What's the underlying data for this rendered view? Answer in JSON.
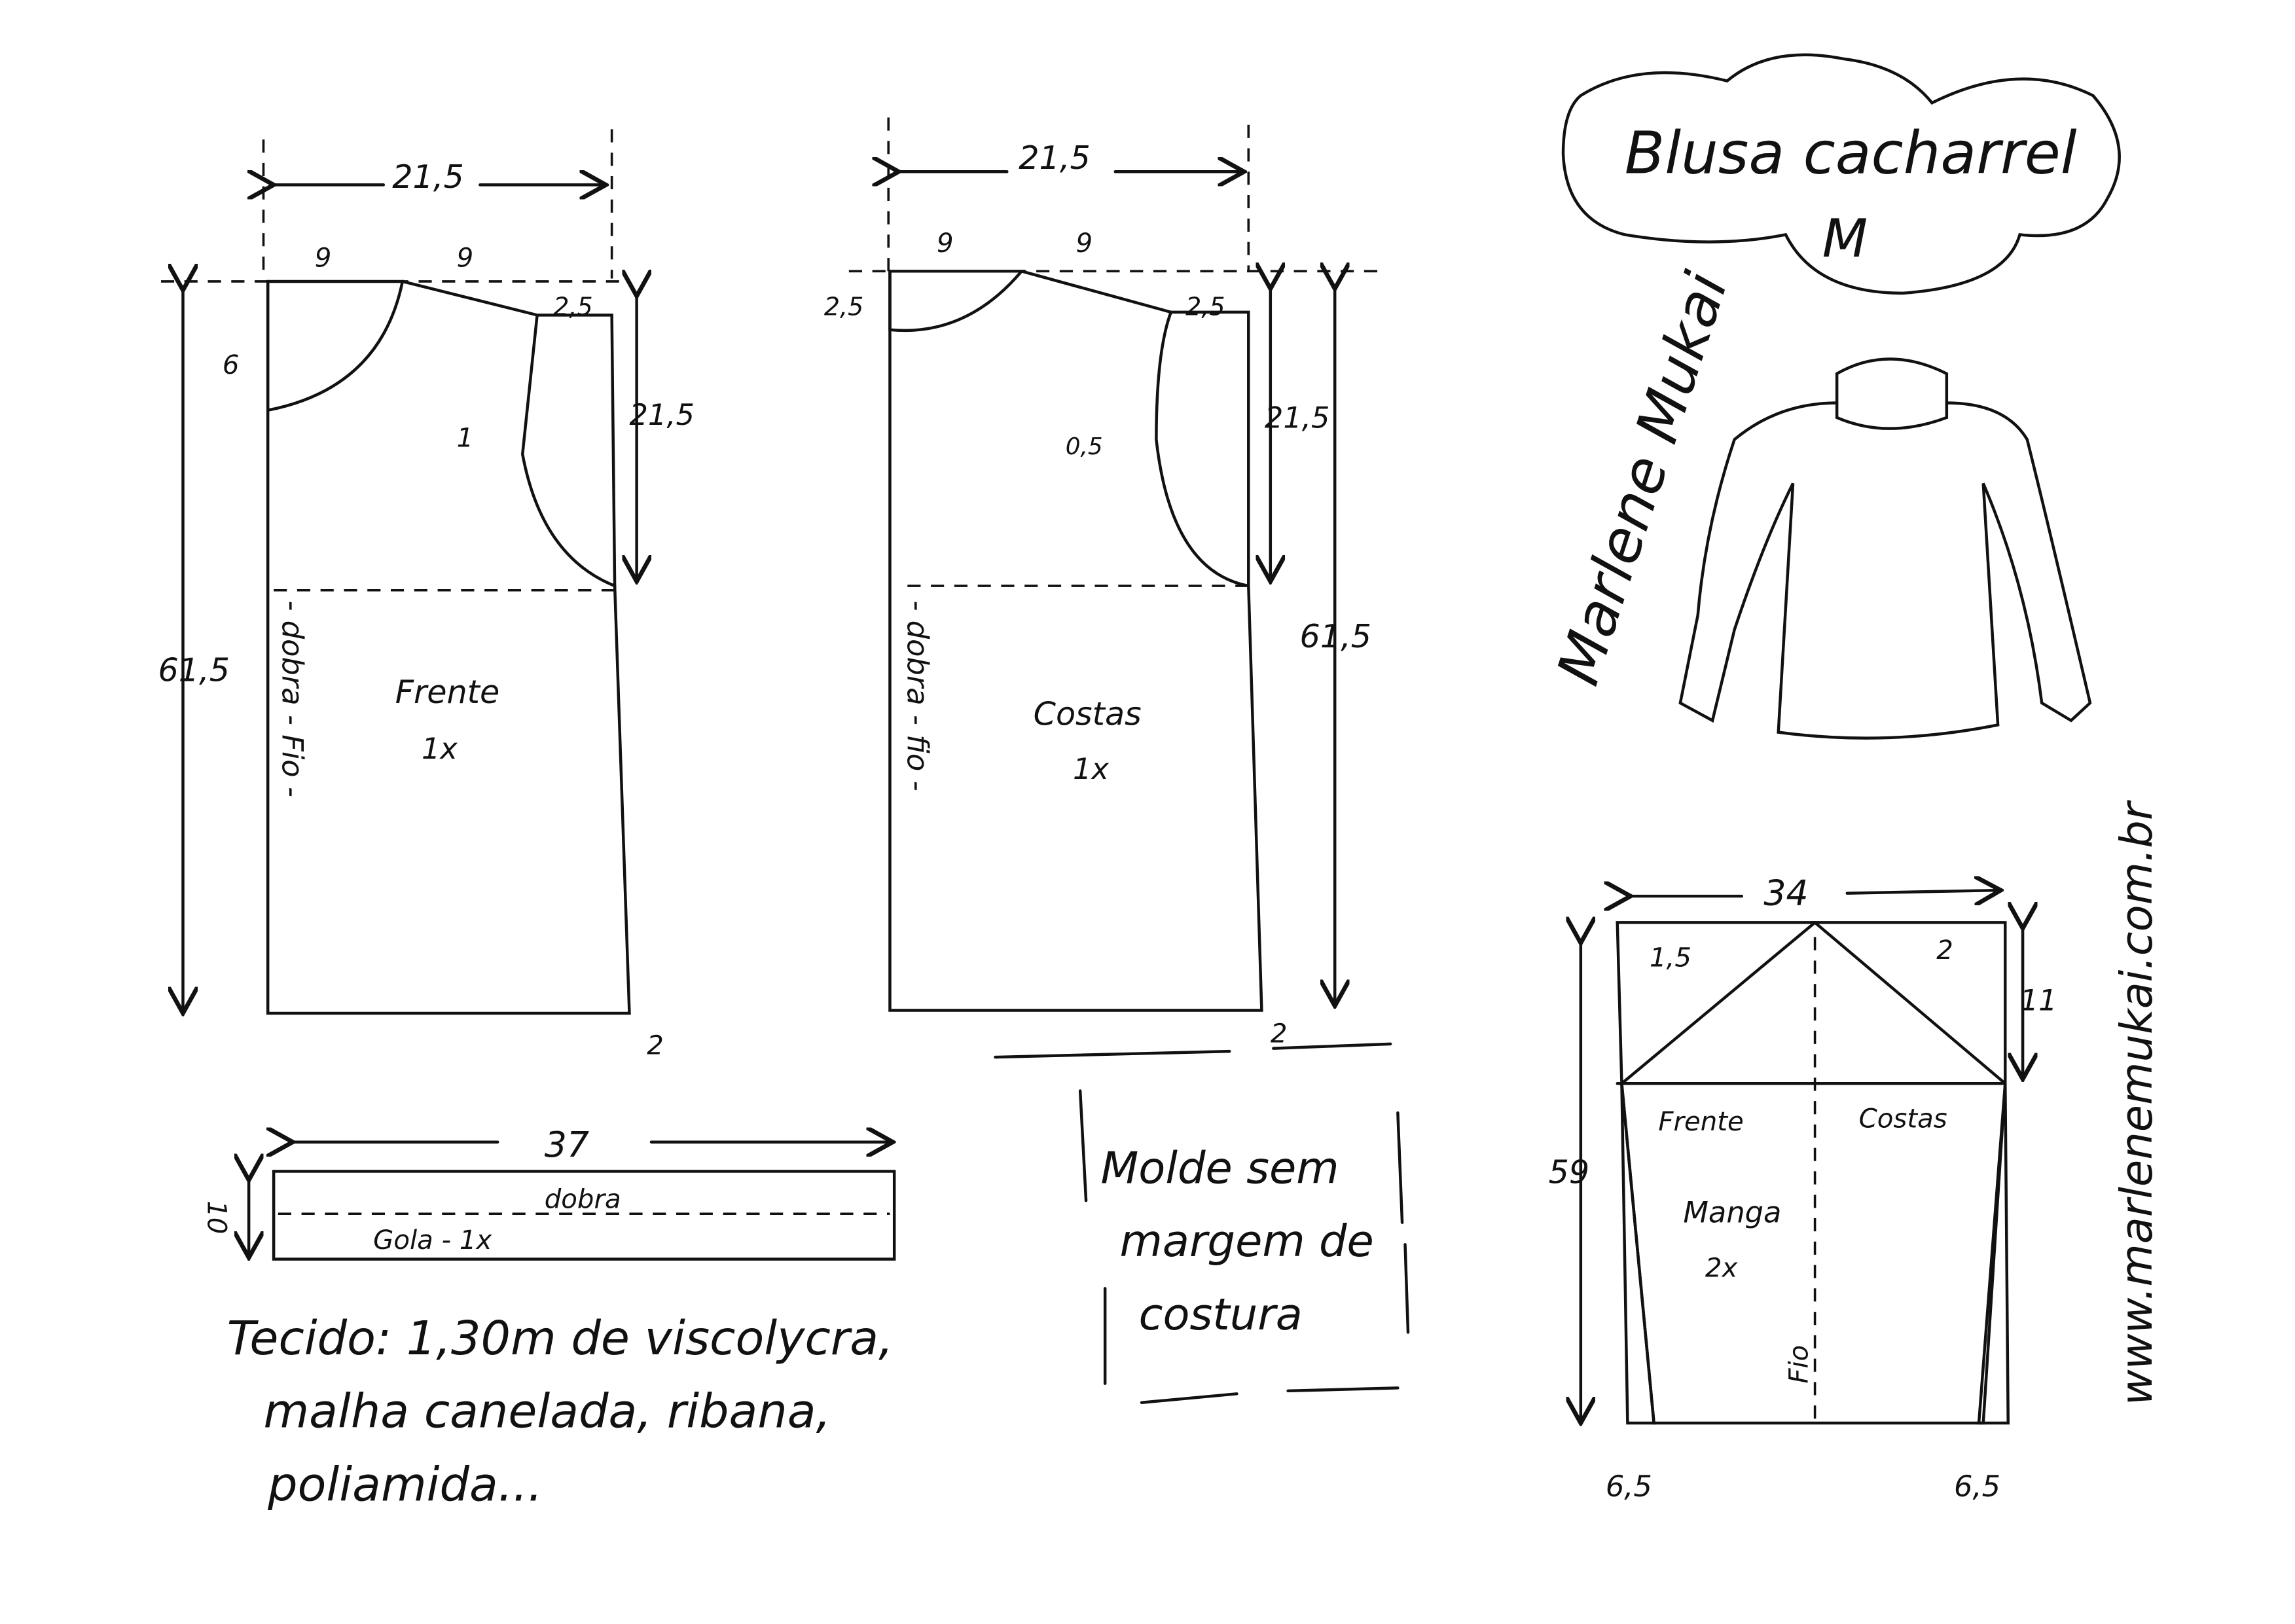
{
  "title": {
    "line1": "Blusa cacharrel",
    "size": "M"
  },
  "signature": "Marlene Mukai",
  "website": "www.marlenemukai.com.br",
  "front": {
    "name": "Frente",
    "qty": "1x",
    "fold_label": "- dobra - Fio -",
    "width": "21,5",
    "neck_width": "9",
    "shoulder_width": "9",
    "shoulder_drop": "2,5",
    "neck_depth": "6",
    "armhole_depth": "21,5",
    "armhole_curve": "1",
    "length": "61,5",
    "hem_flare": "2"
  },
  "back": {
    "name": "Costas",
    "qty": "1x",
    "fold_label": "- dobra - fio -",
    "width": "21,5",
    "neck_width": "9",
    "shoulder_width": "9",
    "neck_depth": "2,5",
    "shoulder_drop": "2,5",
    "armhole_depth": "21,5",
    "armhole_curve": "0,5",
    "length": "61,5",
    "hem_flare": "2"
  },
  "collar": {
    "name": "Gola - 1x",
    "fold_label": "dobra",
    "width": "37",
    "height": "10"
  },
  "fabric_note": {
    "line1": "Tecido: 1,30m de viscolycra,",
    "line2": "malha canelada, ribana,",
    "line3": "poliamida..."
  },
  "seam_note": {
    "line1": "Molde sem",
    "line2": "margem de",
    "line3": "costura"
  },
  "sleeve": {
    "name": "Manga",
    "qty": "2x",
    "front_label": "Frente",
    "back_label": "Costas",
    "grain_label": "Fio",
    "width": "34",
    "cap_height": "11",
    "length": "59",
    "front_curve": "1,5",
    "back_curve": "2",
    "hem_left": "6,5",
    "hem_right": "6,5"
  }
}
